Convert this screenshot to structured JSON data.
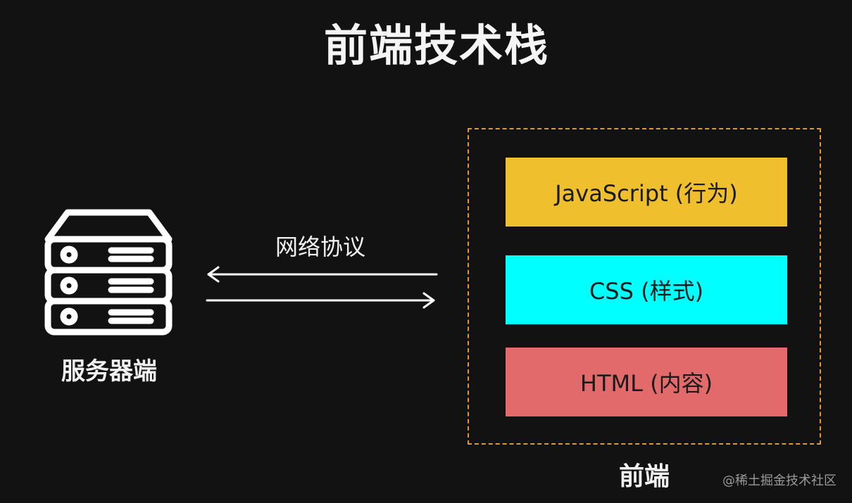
{
  "title": "前端技术栈",
  "server": {
    "label": "服务器端",
    "icon": "server-icon"
  },
  "protocol": {
    "label": "网络协议"
  },
  "frontend": {
    "label": "前端",
    "border_color": "#e3953a",
    "layers": [
      {
        "label": "JavaScript (行为)",
        "color": "#f0bf2e"
      },
      {
        "label": "CSS (样式)",
        "color": "#00ffff"
      },
      {
        "label": "HTML (内容)",
        "color": "#e36a6a"
      }
    ]
  },
  "watermark": "@稀土掘金技术社区"
}
